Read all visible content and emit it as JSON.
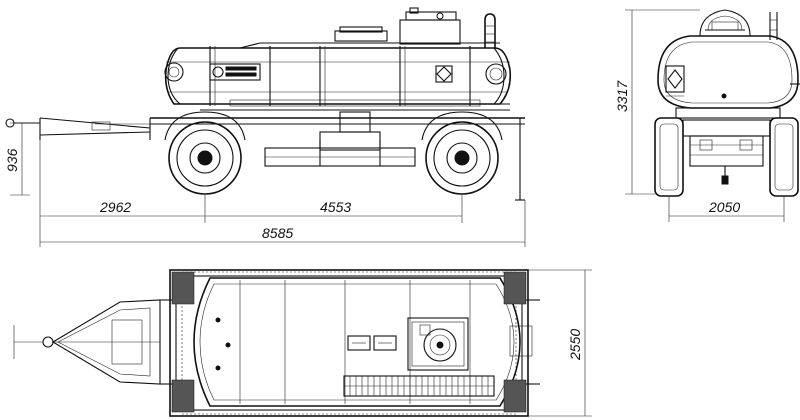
{
  "drawing": {
    "title": "",
    "dimensions": {
      "front_overhang": "2962",
      "wheelbase": "4553",
      "total_length": "8585",
      "drawbar_height": "936",
      "total_height": "3317",
      "track_width": "2050",
      "total_width": "2550"
    },
    "views": [
      "side-view",
      "rear-view",
      "top-view"
    ]
  }
}
